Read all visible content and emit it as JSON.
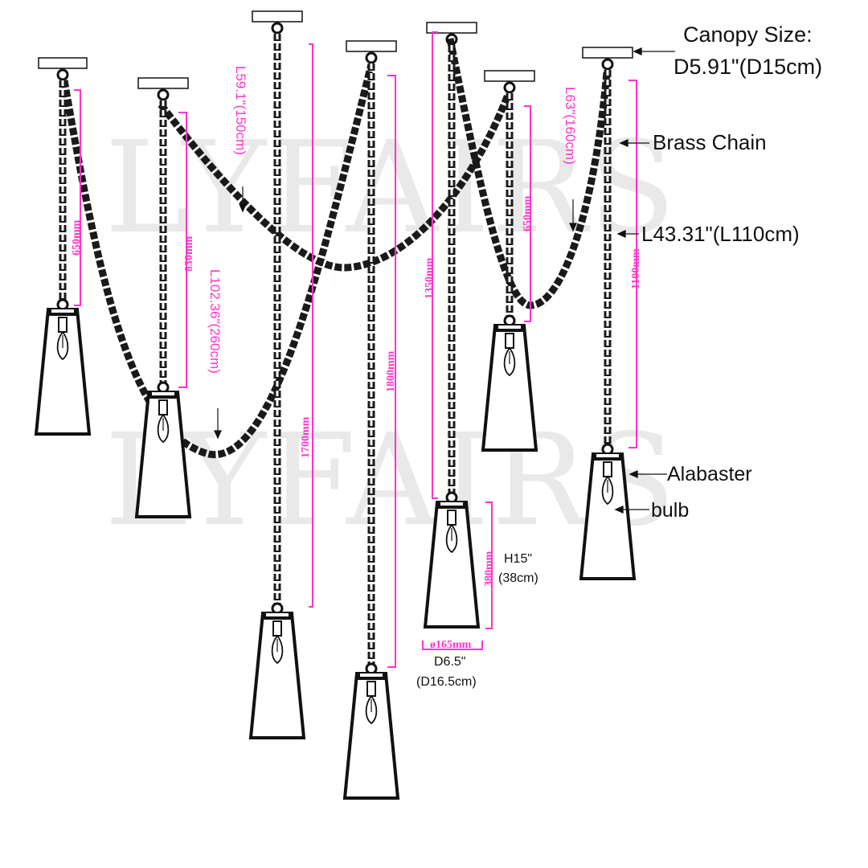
{
  "watermark": {
    "text": "LYFAIRS"
  },
  "callouts": {
    "canopy_line1": "Canopy Size:",
    "canopy_line2": "D5.91\"(D15cm)",
    "brass_chain": "Brass Chain",
    "chain_length": "L43.31\"(L110cm)",
    "alabaster": "Alabaster",
    "bulb": "bulb",
    "height_in": "H15\"",
    "height_cm": "(38cm)",
    "diameter_in": "D6.5\"",
    "diameter_cm": "(D16.5cm)"
  },
  "dimensions": {
    "pendant_1": "650mm",
    "pendant_2": "830mm",
    "pendant_3": "1700mm",
    "pendant_4": "1800mm",
    "pendant_5": "1350mm",
    "pendant_6": "650mm",
    "pendant_7": "1100mm",
    "shade_height": "380mm",
    "shade_diameter": "ø165mm"
  },
  "swag_labels": {
    "swag_1": "L59.1\"(150cm)",
    "swag_2": "L102.36\"(260cm)",
    "swag_3": "L63\"(160cm)"
  },
  "colors": {
    "line": "#1a1a1a",
    "dimension": "#ff33cc",
    "watermark": "#e9e9e9"
  }
}
